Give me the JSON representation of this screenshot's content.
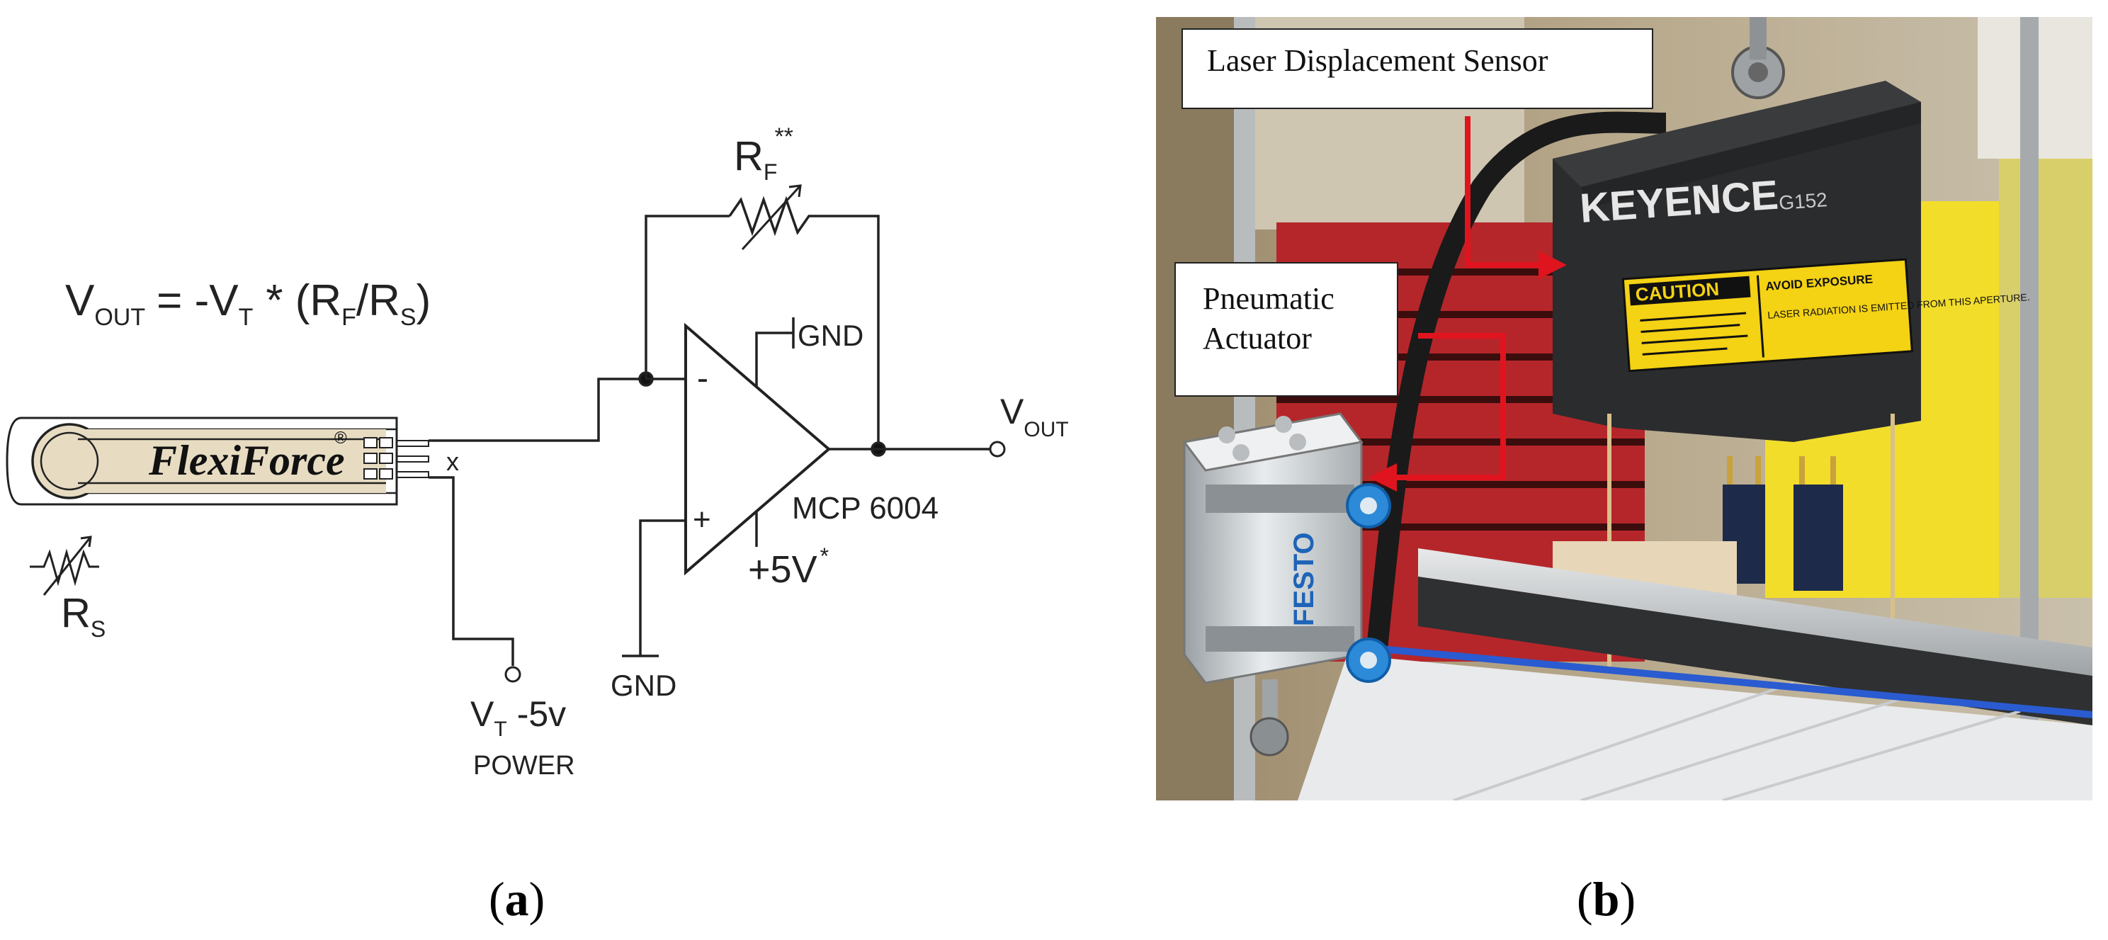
{
  "panel_a": {
    "formula": {
      "vout_main": "V",
      "vout_sub": "OUT",
      "eq": "= -V",
      "vt_sub": "T",
      "mul": "* (R",
      "rf_sub": "F",
      "slash": "/R",
      "rs_sub": "S",
      "close": ")"
    },
    "sensor_brand": "FlexiForce",
    "sensor_registered": "®",
    "pin_x_mark": "x",
    "rs_label": {
      "main": "R",
      "sub": "S"
    },
    "rf_label": {
      "main": "R",
      "sub": "F",
      "sup": "**"
    },
    "opamp_minus": "-",
    "opamp_plus": "+",
    "opamp_name": "MCP 6004",
    "gnd_top": "GND",
    "gnd_bottom": "GND",
    "supply": {
      "main": "+5V",
      "sup": "*"
    },
    "vout_label": {
      "main": "V",
      "sub": "OUT"
    },
    "vt_label": {
      "main": "V",
      "sub": "T",
      "value": "-5v"
    },
    "power_label": "POWER"
  },
  "panel_b": {
    "callout_laser": "Laser Displacement Sensor",
    "callout_pneumatic_line1": "Pneumatic",
    "callout_pneumatic_line2": "Actuator",
    "sensor_brand": "KEYENCE",
    "sensor_model": "G152",
    "caution_label": "CAUTION",
    "caution_right_title": "AVOID EXPOSURE",
    "caution_right_text": "LASER RADIATION IS EMITTED FROM THIS APERTURE.",
    "actuator_brand": "FESTO"
  },
  "captions": {
    "a_open": "(",
    "a_letter": "a",
    "a_close": ")",
    "b_open": "(",
    "b_letter": "b",
    "b_close": ")"
  },
  "colors": {
    "arrow": "#e0141e",
    "caution_yellow": "#f4d214",
    "wire": "#222222",
    "sensor_tan": "#e7dcc2"
  }
}
